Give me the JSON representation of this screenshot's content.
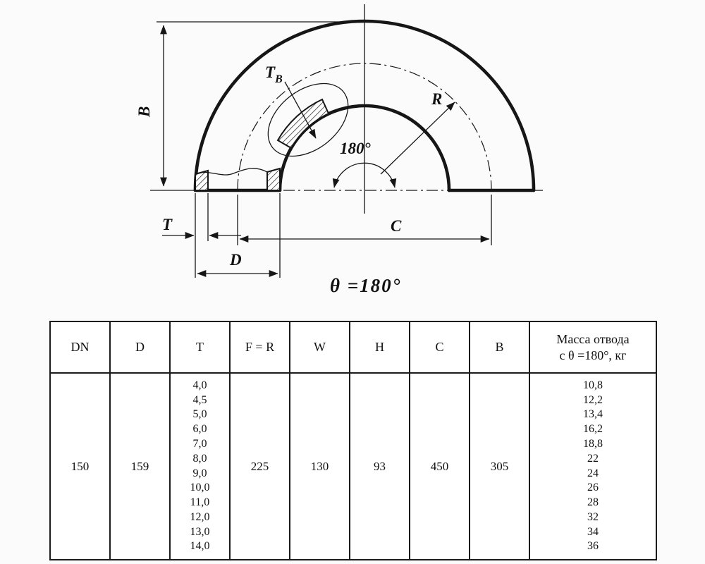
{
  "drawing": {
    "labels": {
      "b": "B",
      "t": "T",
      "d": "D",
      "c": "C",
      "r": "R",
      "tb_main": "T",
      "tb_sub": "B",
      "angle": "180°",
      "theta": "θ =180°"
    }
  },
  "table": {
    "headers": [
      "DN",
      "D",
      "T",
      "F = R",
      "W",
      "H",
      "C",
      "B",
      "Масса отвода\nс θ =180°, кг"
    ],
    "row": {
      "dn": "150",
      "d": "159",
      "t_values": [
        "4,0",
        "4,5",
        "5,0",
        "6,0",
        "7,0",
        "8,0",
        "9,0",
        "10,0",
        "11,0",
        "12,0",
        "13,0",
        "14,0"
      ],
      "f_r": "225",
      "w": "130",
      "h": "93",
      "c": "450",
      "b": "305",
      "mass_values": [
        "10,8",
        "12,2",
        "13,4",
        "16,2",
        "18,8",
        "22",
        "24",
        "26",
        "28",
        "32",
        "34",
        "36"
      ]
    }
  }
}
